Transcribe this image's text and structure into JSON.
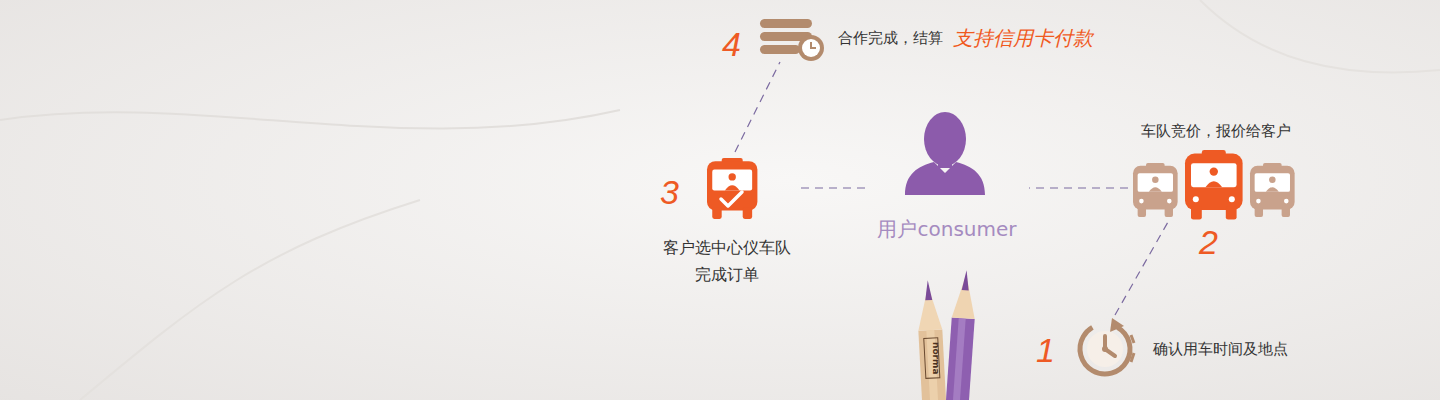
{
  "diagram": {
    "nodes": [
      {
        "text": [
          "合作完成，结算",
          "支持信用卡付款"
        ]
      },
      {
        "text": [
          "客户选中心仪车队 完成订单"
        ]
      },
      {
        "text": [
          "用户consumer"
        ]
      },
      {
        "text": [
          "车队竞价，报价给客户"
        ]
      },
      {
        "text": [
          "确认用车时间及地点"
        ]
      }
    ],
    "edges": [
      {
        "from": 4,
        "to": 3,
        "arrow": "none"
      },
      {
        "from": 3,
        "to": 2,
        "arrow": "none"
      },
      {
        "from": 2,
        "to": 1,
        "arrow": "none"
      },
      {
        "from": 1,
        "to": 0,
        "arrow": "none"
      }
    ],
    "labels": [
      "4",
      "3",
      "2",
      "1",
      "norma"
    ]
  }
}
